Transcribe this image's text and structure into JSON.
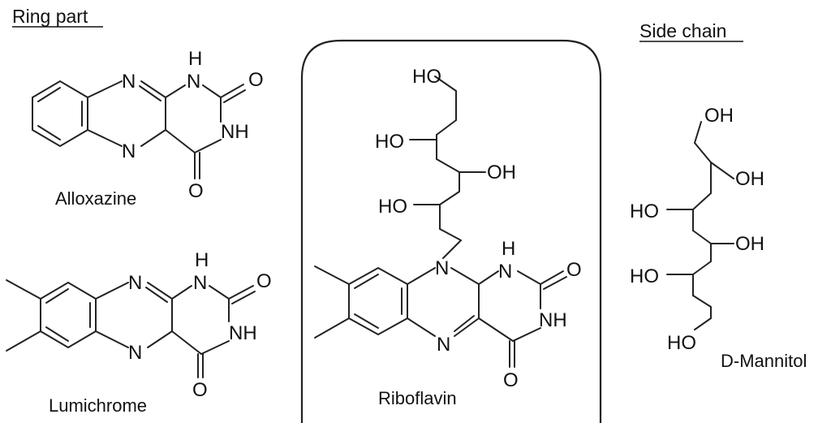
{
  "headings": {
    "ring_part": "Ring part",
    "side_chain": "Side chain"
  },
  "captions": {
    "alloxazine": "Alloxazine",
    "lumichrome": "Lumichrome",
    "riboflavin": "Riboflavin",
    "mannitol": "D-Mannitol"
  },
  "atoms": {
    "n": "N",
    "nh": "NH",
    "h": "H",
    "o": "O",
    "oh": "OH",
    "ho": "HO"
  },
  "colors": {
    "ink": "#111111",
    "background": "#ffffff"
  }
}
